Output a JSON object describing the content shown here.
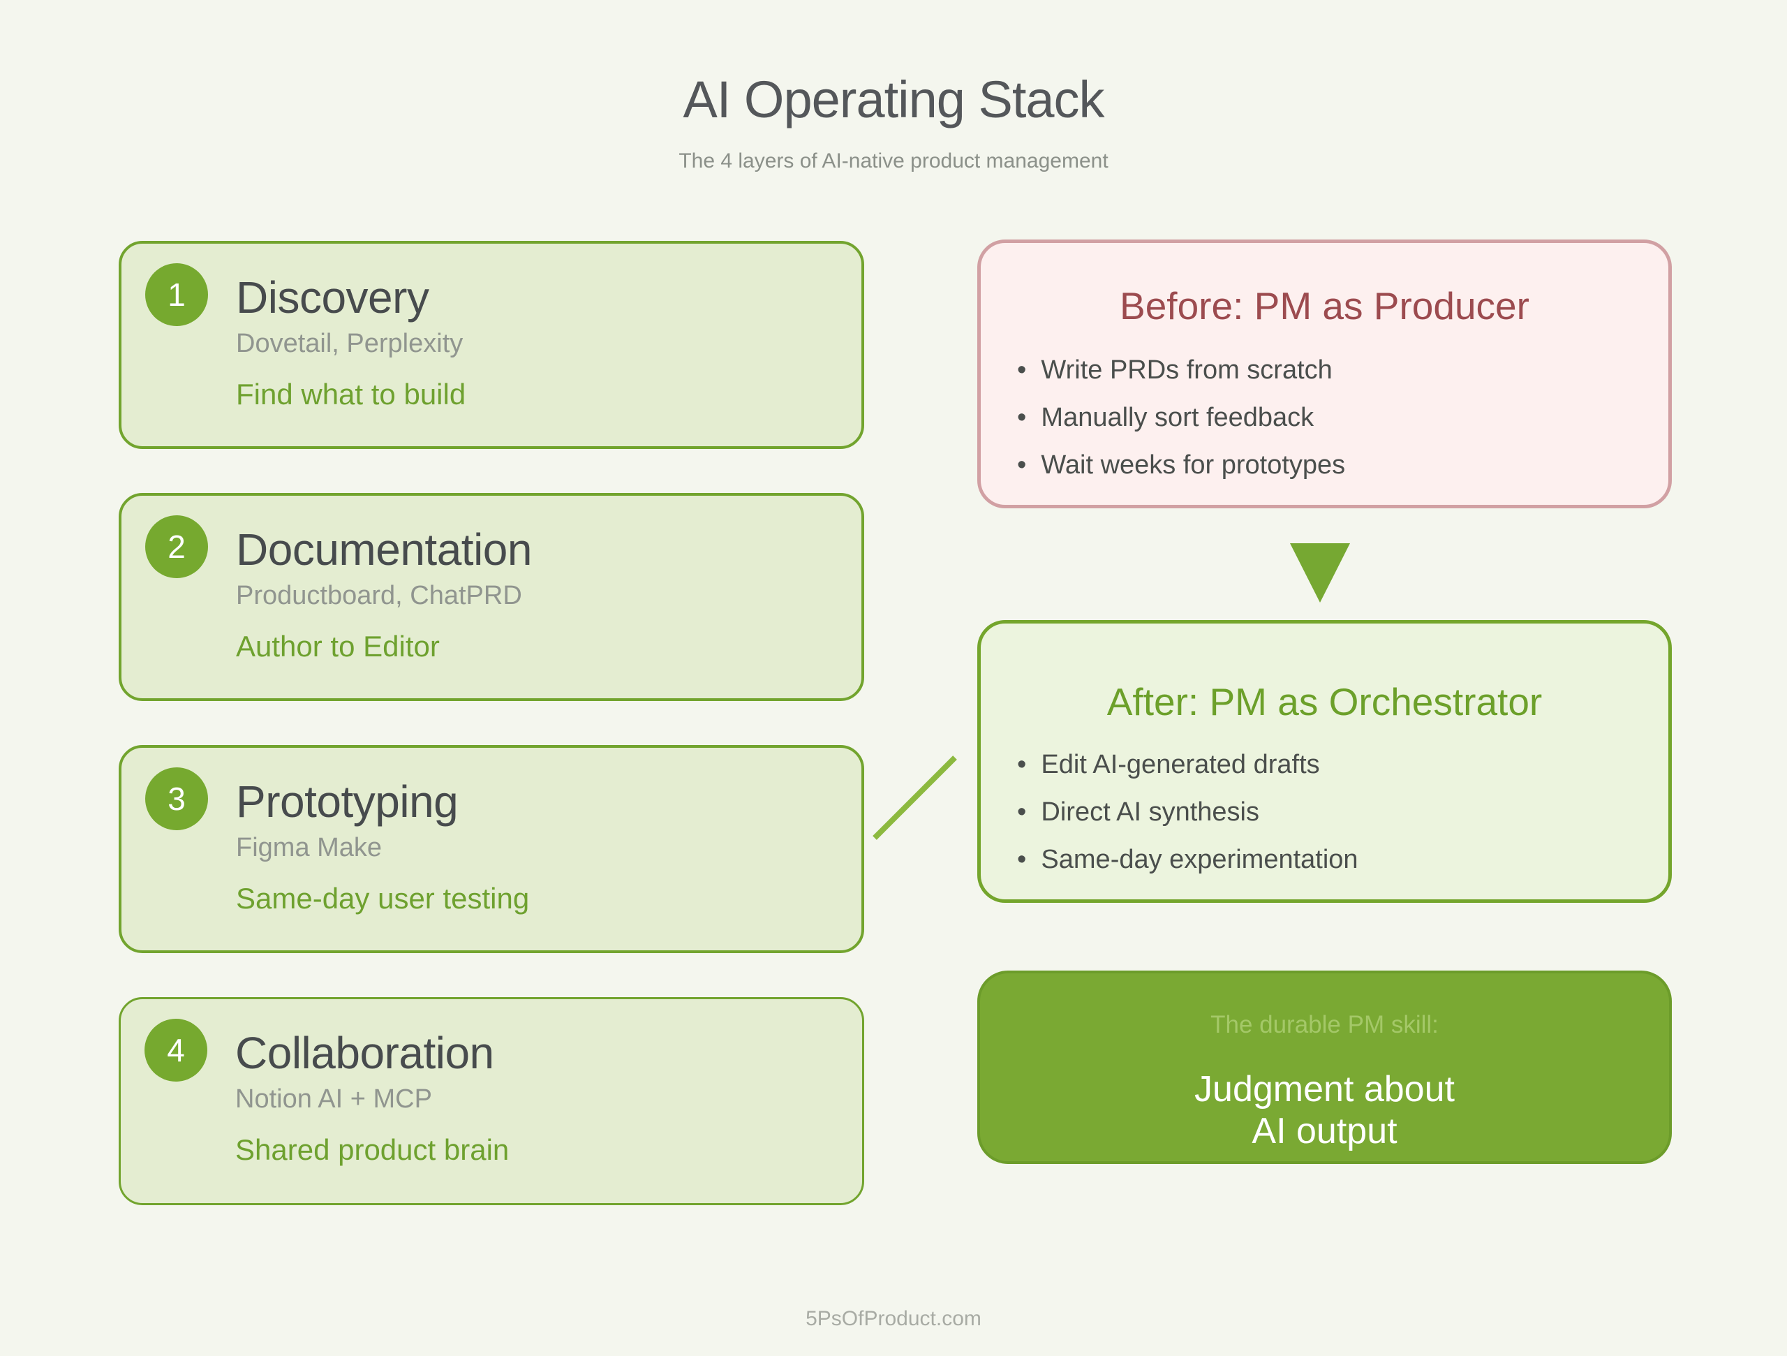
{
  "page": {
    "title": "AI Operating Stack",
    "subtitle": "The 4 layers of AI-native product management",
    "footer": "5PsOfProduct.com"
  },
  "colors": {
    "background": "#f4f6ee",
    "card_fill": "#e4edd1",
    "card_border": "#72a42e",
    "badge_green": "#76a92f",
    "benefit_green": "#6ea12f",
    "before_fill": "#fdf0ef",
    "before_border": "#d1a0a3",
    "before_title": "#9c4b4f",
    "after_fill": "#ecf4de",
    "after_border": "#74a52c",
    "after_title": "#6ca02a",
    "skill_fill": "#7aa933",
    "skill_label": "#a4c868",
    "skill_text": "#ffffff",
    "arrow_green": "#76a832",
    "connector_green": "#8cb93f"
  },
  "layers": [
    {
      "number": "1",
      "title": "Discovery",
      "tools": "Dovetail, Perplexity",
      "benefit": "Find what to build"
    },
    {
      "number": "2",
      "title": "Documentation",
      "tools": "Productboard, ChatPRD",
      "benefit": "Author to Editor"
    },
    {
      "number": "3",
      "title": "Prototyping",
      "tools": "Figma Make",
      "benefit": "Same-day user testing"
    },
    {
      "number": "4",
      "title": "Collaboration",
      "tools": "Notion AI + MCP",
      "benefit": "Shared product brain"
    }
  ],
  "before": {
    "title": "Before: PM as Producer",
    "bullets": [
      "Write PRDs from scratch",
      "Manually sort feedback",
      "Wait weeks for prototypes"
    ]
  },
  "after": {
    "title": "After: PM as Orchestrator",
    "bullets": [
      "Edit AI-generated drafts",
      "Direct AI synthesis",
      "Same-day experimentation"
    ]
  },
  "skill": {
    "label": "The durable PM skill:",
    "line1": "Judgment about",
    "line2": "AI output"
  }
}
